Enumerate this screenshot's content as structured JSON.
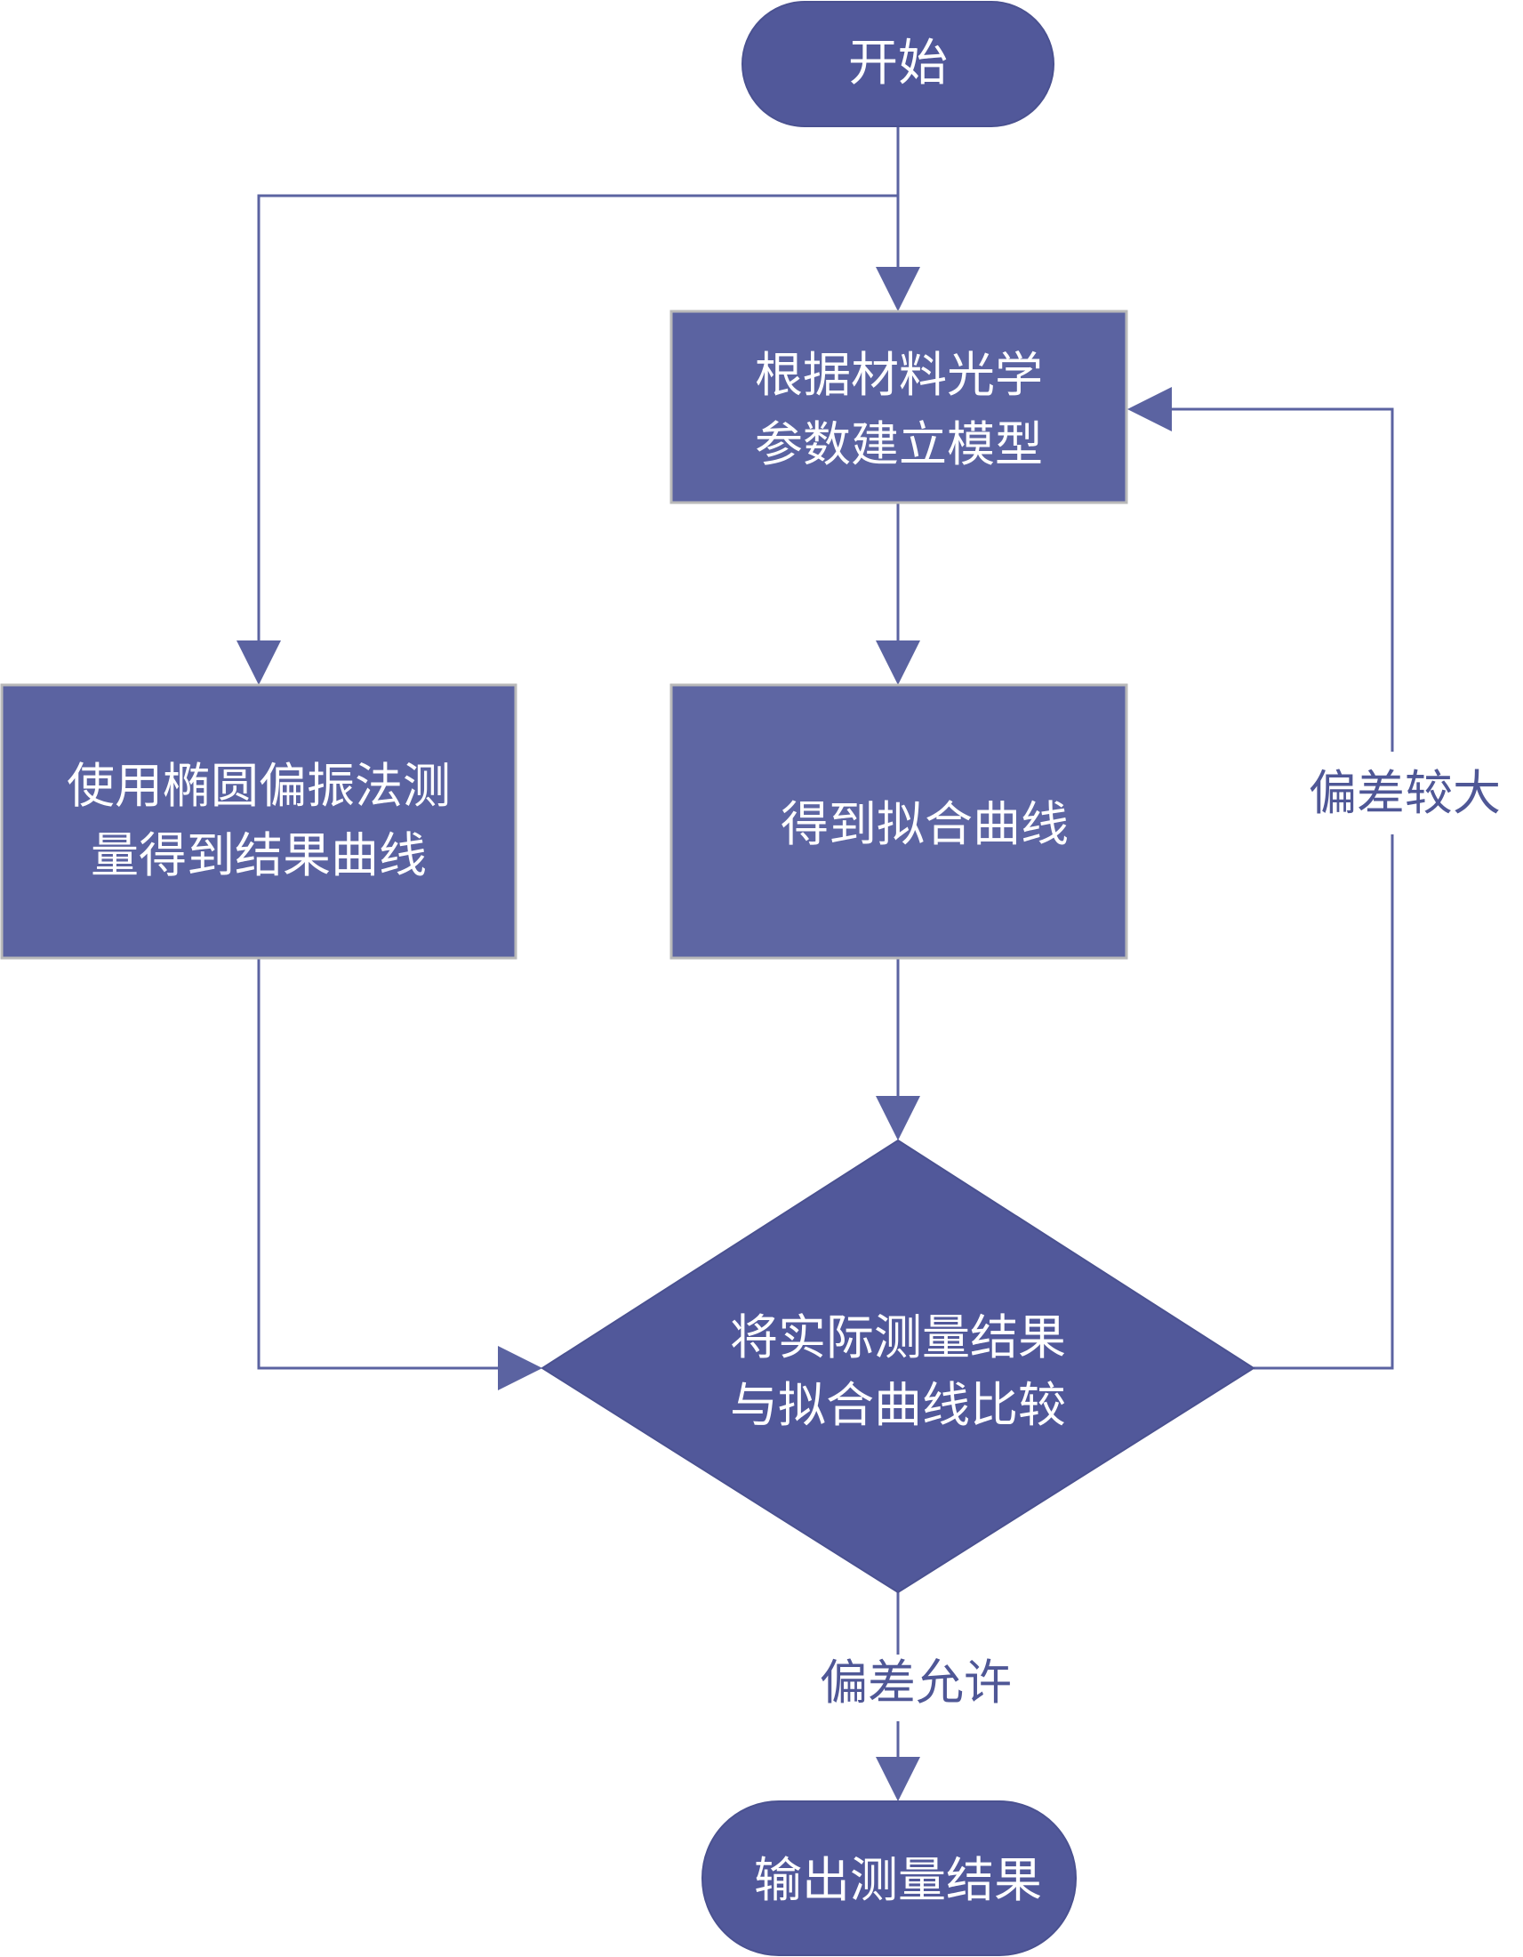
{
  "colors": {
    "node_fill": "#51589a",
    "box_fill": "#5b63a1",
    "box_border": "#b9b9b9",
    "edge": "#5b63a1",
    "edge_label": "#4f5796",
    "text": "#ffffff"
  },
  "nodes": {
    "start": {
      "label": "开始"
    },
    "model": {
      "line1": "根据材料光学",
      "line2": "参数建立模型"
    },
    "measure": {
      "line1": "使用椭圆偏振法测",
      "line2": "量得到结果曲线"
    },
    "fit": {
      "label": "得到拟合曲线"
    },
    "compare": {
      "line1": "将实际测量结果",
      "line2": "与拟合曲线比较"
    },
    "output": {
      "label": "输出测量结果"
    }
  },
  "edges": {
    "deviation_large": "偏差较大",
    "deviation_allowed": "偏差允许"
  }
}
